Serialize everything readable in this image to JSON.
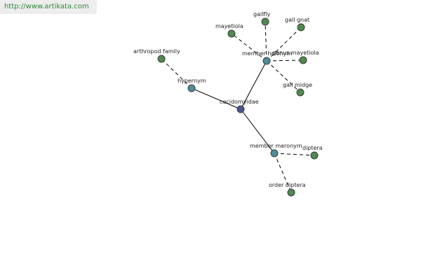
{
  "banner": {
    "url": "http://www.artikata.com"
  },
  "colors": {
    "center": "#4a5590",
    "relation": "#4e8e94",
    "leaf": "#4f8a4f"
  },
  "graph": {
    "nodes": [
      {
        "id": "cecidomyidae",
        "label": "cecidomyidae",
        "kind": "center"
      },
      {
        "id": "hypernym",
        "label": "hypernym",
        "kind": "relation"
      },
      {
        "id": "member_holonym",
        "label": "member holonym",
        "kind": "relation"
      },
      {
        "id": "member_meronym",
        "label": "member meronym",
        "kind": "relation"
      },
      {
        "id": "arthropod_family",
        "label": "arthropod family",
        "kind": "leaf"
      },
      {
        "id": "mayetiola",
        "label": "mayetiola",
        "kind": "leaf"
      },
      {
        "id": "gallfly",
        "label": "gallfly",
        "kind": "leaf"
      },
      {
        "id": "gall_gnat",
        "label": "gall gnat",
        "kind": "leaf"
      },
      {
        "id": "genus_mayetiola",
        "label": "genus mayetiola",
        "kind": "leaf"
      },
      {
        "id": "gall_midge",
        "label": "gall midge",
        "kind": "leaf"
      },
      {
        "id": "diptera",
        "label": "diptera",
        "kind": "leaf"
      },
      {
        "id": "order_diptera",
        "label": "order diptera",
        "kind": "leaf"
      }
    ],
    "edges": [
      {
        "from": "cecidomyidae",
        "to": "hypernym",
        "style": "solid"
      },
      {
        "from": "cecidomyidae",
        "to": "member_holonym",
        "style": "solid"
      },
      {
        "from": "cecidomyidae",
        "to": "member_meronym",
        "style": "solid"
      },
      {
        "from": "hypernym",
        "to": "arthropod_family",
        "style": "dashed"
      },
      {
        "from": "member_holonym",
        "to": "mayetiola",
        "style": "dashed"
      },
      {
        "from": "member_holonym",
        "to": "gallfly",
        "style": "dashed"
      },
      {
        "from": "member_holonym",
        "to": "gall_gnat",
        "style": "dashed"
      },
      {
        "from": "member_holonym",
        "to": "genus_mayetiola",
        "style": "dashed"
      },
      {
        "from": "member_holonym",
        "to": "gall_midge",
        "style": "dashed"
      },
      {
        "from": "member_meronym",
        "to": "diptera",
        "style": "dashed"
      },
      {
        "from": "member_meronym",
        "to": "order_diptera",
        "style": "dashed"
      }
    ]
  }
}
